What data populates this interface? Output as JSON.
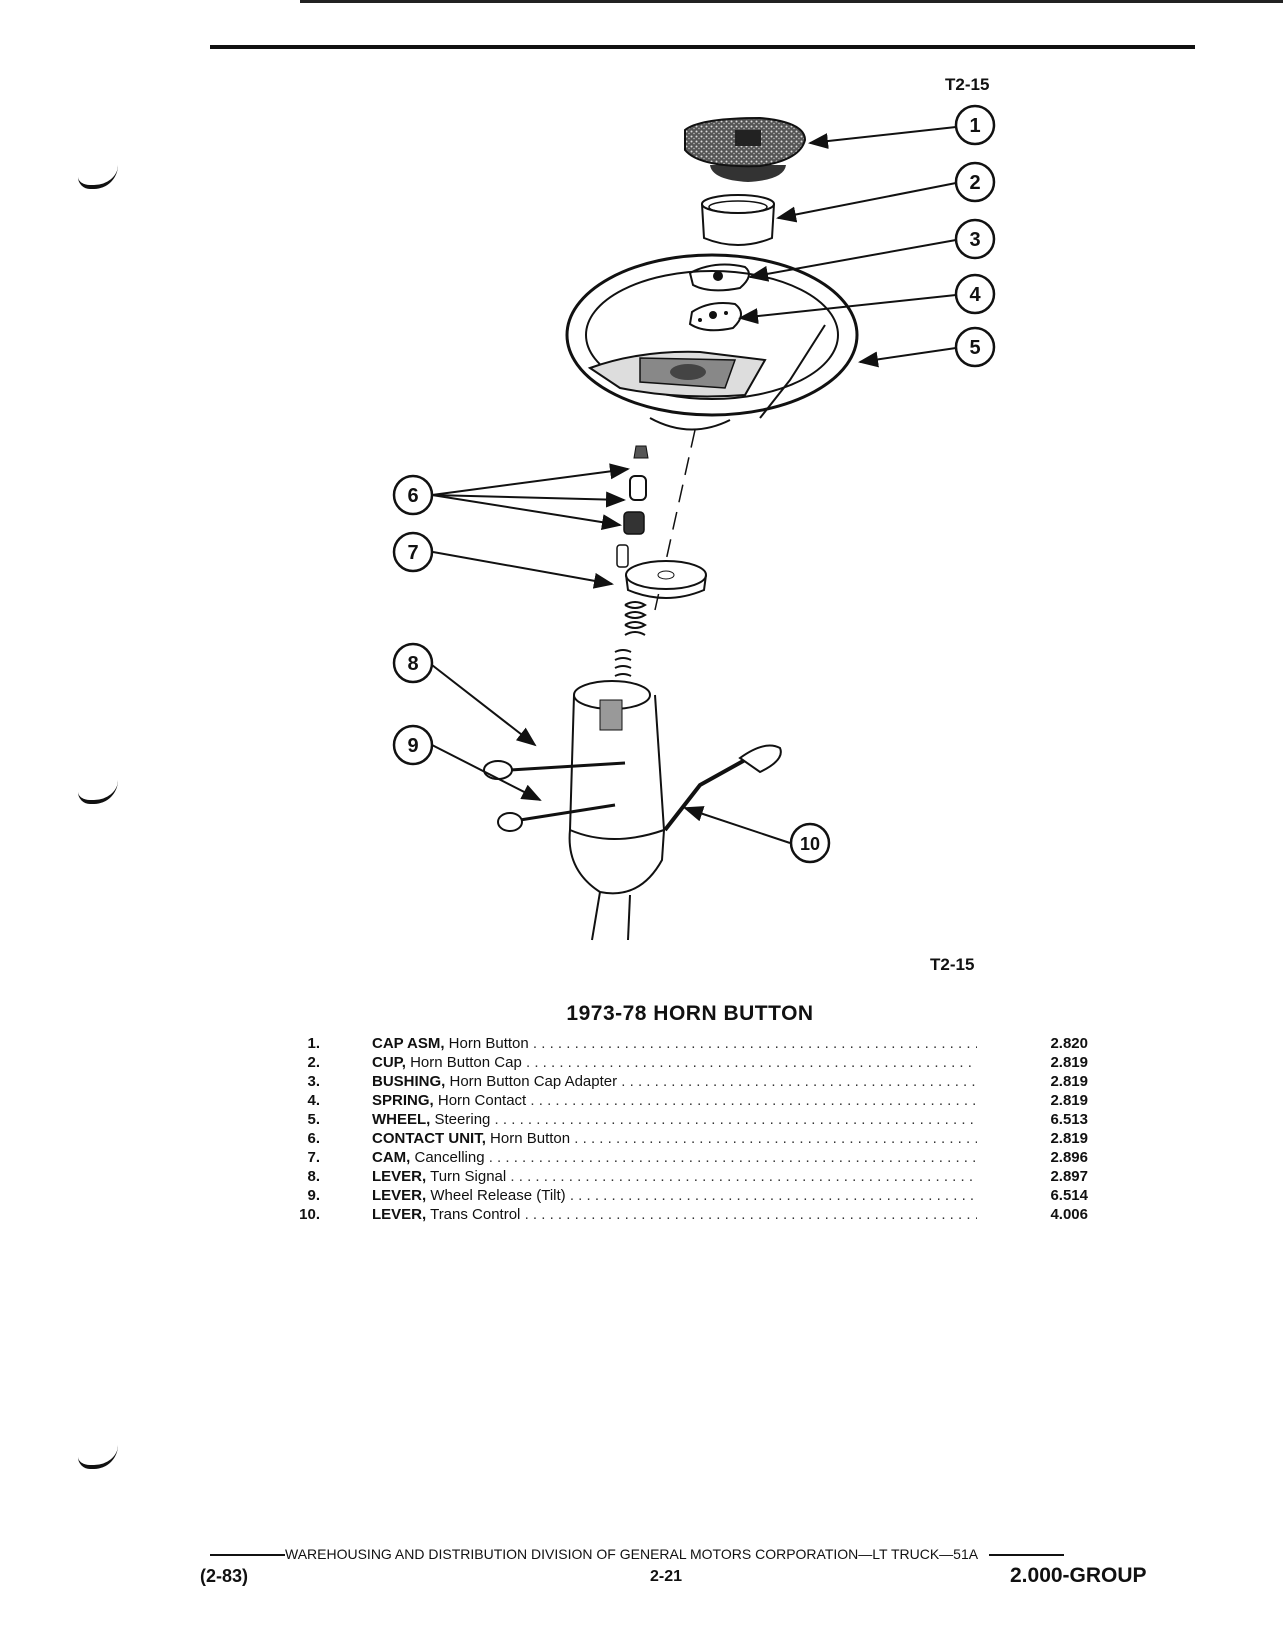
{
  "figure": {
    "ref_top": "T2-15",
    "ref_bottom": "T2-15",
    "callouts": [
      "1",
      "2",
      "3",
      "4",
      "5",
      "6",
      "7",
      "8",
      "9",
      "10"
    ]
  },
  "caption": "1973-78 HORN BUTTON",
  "parts": [
    {
      "num": "1.",
      "bold": "CAP ASM,",
      "text": " Horn Button",
      "code": "2.820"
    },
    {
      "num": "2.",
      "bold": "CUP,",
      "text": " Horn Button Cap",
      "code": "2.819"
    },
    {
      "num": "3.",
      "bold": "BUSHING,",
      "text": " Horn Button Cap Adapter",
      "code": "2.819"
    },
    {
      "num": "4.",
      "bold": "SPRING,",
      "text": " Horn Contact",
      "code": "2.819"
    },
    {
      "num": "5.",
      "bold": "WHEEL,",
      "text": " Steering",
      "code": "6.513"
    },
    {
      "num": "6.",
      "bold": "CONTACT UNIT,",
      "text": " Horn Button",
      "code": "2.819"
    },
    {
      "num": "7.",
      "bold": "CAM,",
      "text": " Cancelling",
      "code": "2.896"
    },
    {
      "num": "8.",
      "bold": "LEVER,",
      "text": " Turn Signal",
      "code": "2.897"
    },
    {
      "num": "9.",
      "bold": "LEVER,",
      "text": " Wheel Release (Tilt)",
      "code": "6.514"
    },
    {
      "num": "10.",
      "bold": "LEVER,",
      "text": " Trans Control",
      "code": "4.006"
    }
  ],
  "footer": {
    "organization": "WAREHOUSING AND DISTRIBUTION  DIVISION OF GENERAL MOTORS CORPORATION—LT TRUCK—51A",
    "date": "(2-83)",
    "page": "2-21",
    "group": "2.000-GROUP"
  }
}
